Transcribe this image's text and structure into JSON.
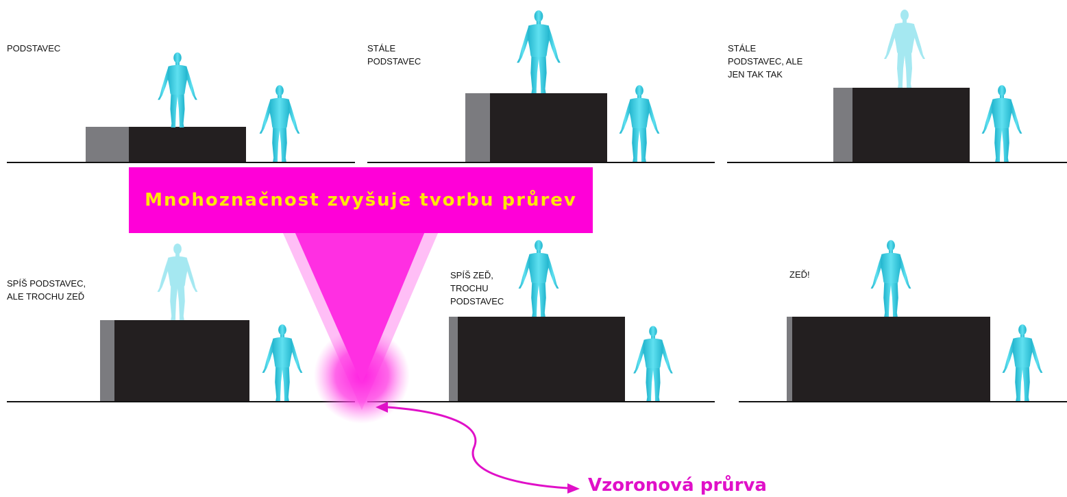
{
  "panels": [
    {
      "label": "PODSTAVEC"
    },
    {
      "label": "STÁLE\nPODSTAVEC"
    },
    {
      "label": "STÁLE\nPODSTAVEC, ALE\nJEN TAK TAK"
    },
    {
      "label": "SPÍŠ PODSTAVEC,\nALE TROCHU ZEĎ"
    },
    {
      "label": "SPÍŠ ZEĎ,\nTROCHU\nPODSTAVEC"
    },
    {
      "label": "ZEĎ!"
    }
  ],
  "banner": {
    "text": "Mnohoznačnost zvyšuje tvorbu průrev"
  },
  "callout": {
    "text": "Vzoronová průrva"
  },
  "colors": {
    "banner_bg": "#ff00d8",
    "banner_text": "#ffe60a",
    "callout": "#e010c8",
    "block_face": "#231f20",
    "block_side": "#7b7b7f",
    "figure": "#35c9e0",
    "figure_faded": "#8fe3ee"
  },
  "icons": {
    "figure": "human-figure-icon"
  }
}
